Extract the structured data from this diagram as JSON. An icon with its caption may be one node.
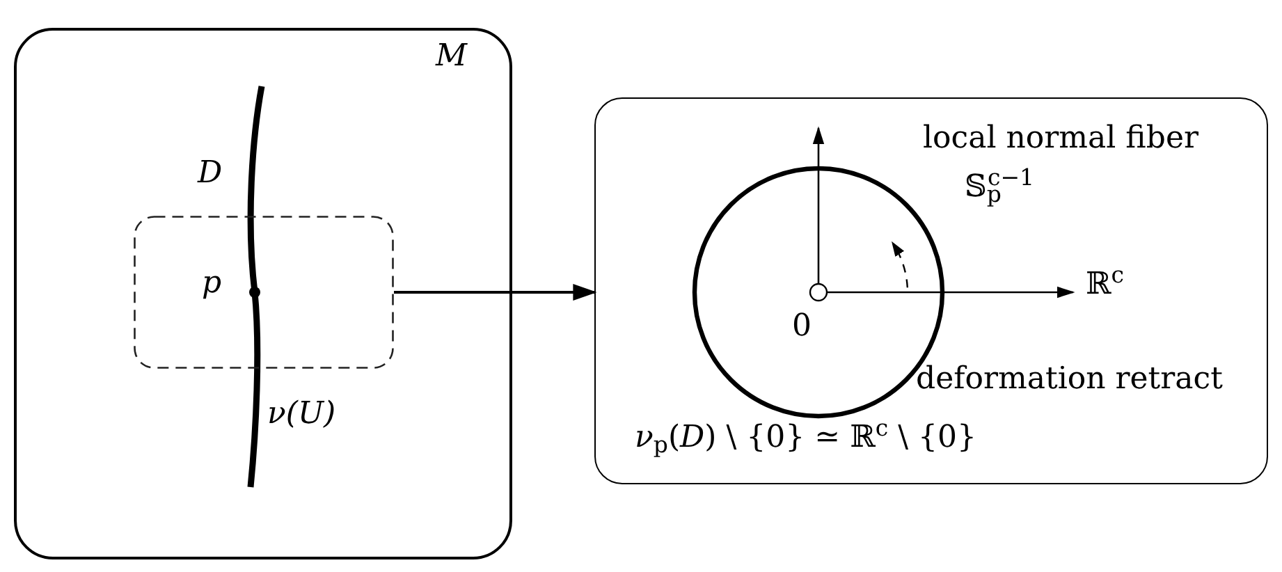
{
  "diagram": {
    "nodes": [
      {
        "text": [
          "M"
        ]
      },
      {
        "text": [],
        "shape": "box",
        "in": 0
      },
      {
        "text": [
          "*ν*$_{p}$(*D*) \\ {0} ≃ ℝ$^{c}$ \\ {0}"
        ]
      }
    ],
    "edges": [
      {
        "from": 1,
        "to": 2,
        "arrow": "to"
      }
    ],
    "labels": [
      "D",
      "p",
      "ν(U)",
      "local normal fiber",
      "𝕊$_{p}$$^{c−1}$",
      "ℝ$^{c}$",
      "0",
      "deformation retract"
    ]
  }
}
